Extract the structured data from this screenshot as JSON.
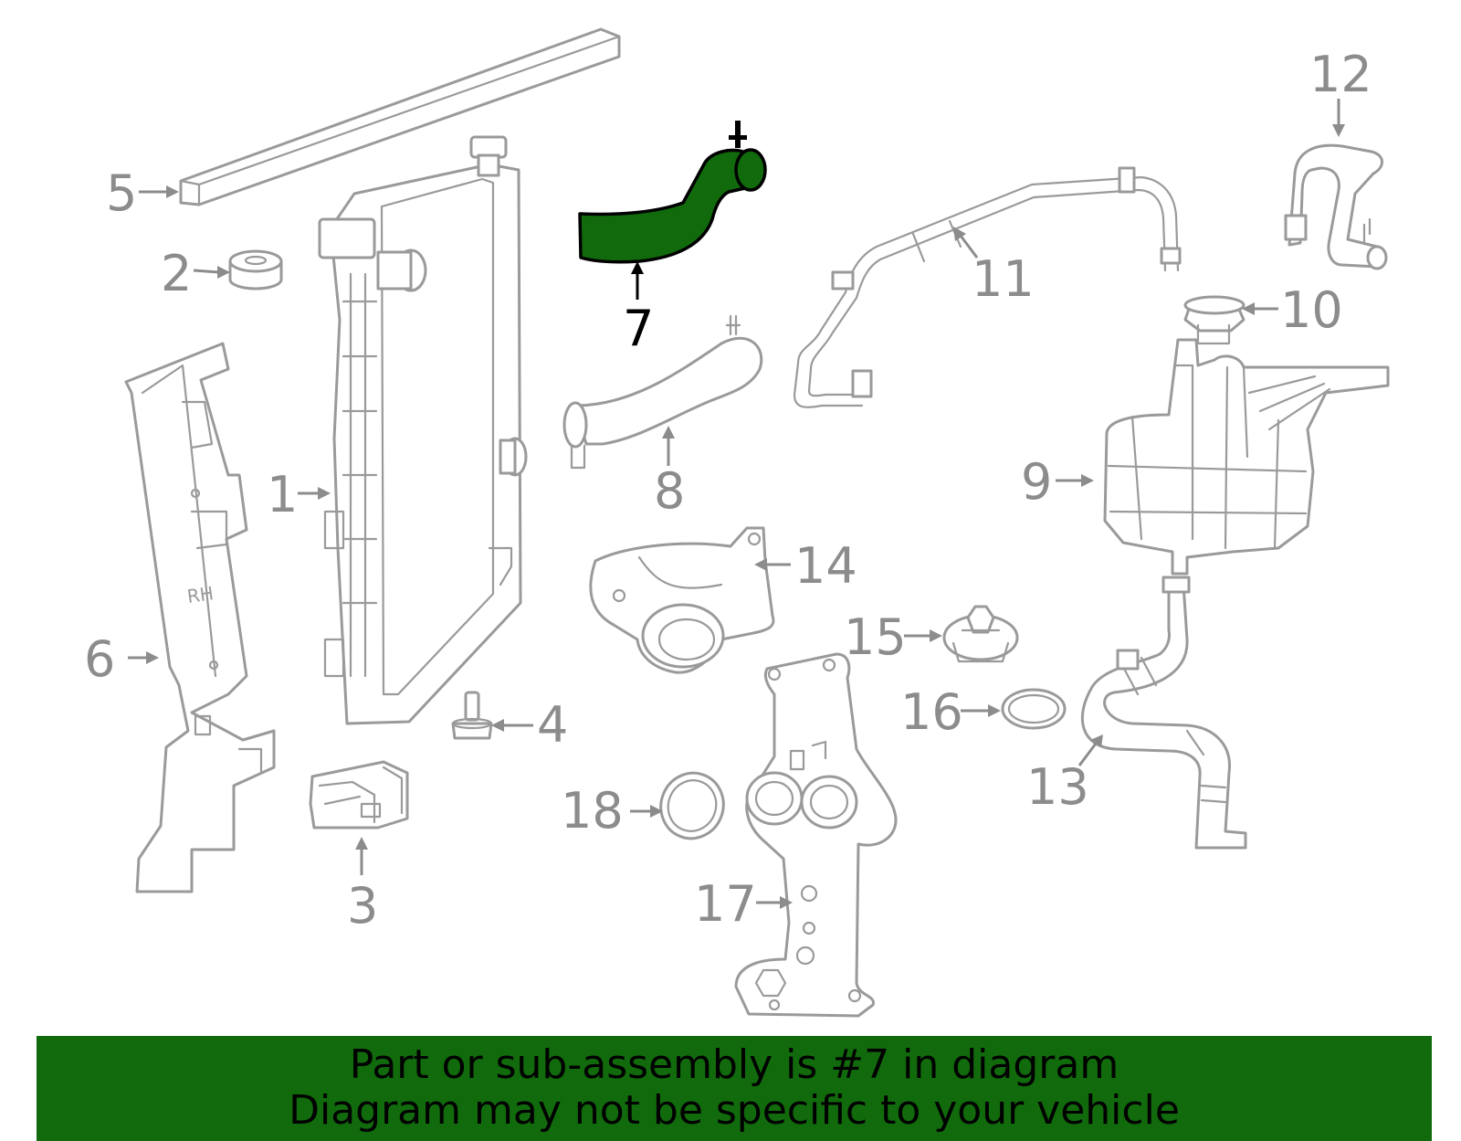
{
  "diagram": {
    "highlight_color": "#116b0c",
    "highlighted_part": "7",
    "callouts": {
      "c1": "1",
      "c2": "2",
      "c3": "3",
      "c4": "4",
      "c5": "5",
      "c6": "6",
      "c7": "7",
      "c8": "8",
      "c9": "9",
      "c10": "10",
      "c11": "11",
      "c12": "12",
      "c13": "13",
      "c14": "14",
      "c15": "15",
      "c16": "16",
      "c17": "17",
      "c18": "18"
    }
  },
  "banner": {
    "line1": "Part or sub-assembly is #7 in diagram",
    "line2": "Diagram may not be specific to your vehicle",
    "background": "#116b0c"
  }
}
